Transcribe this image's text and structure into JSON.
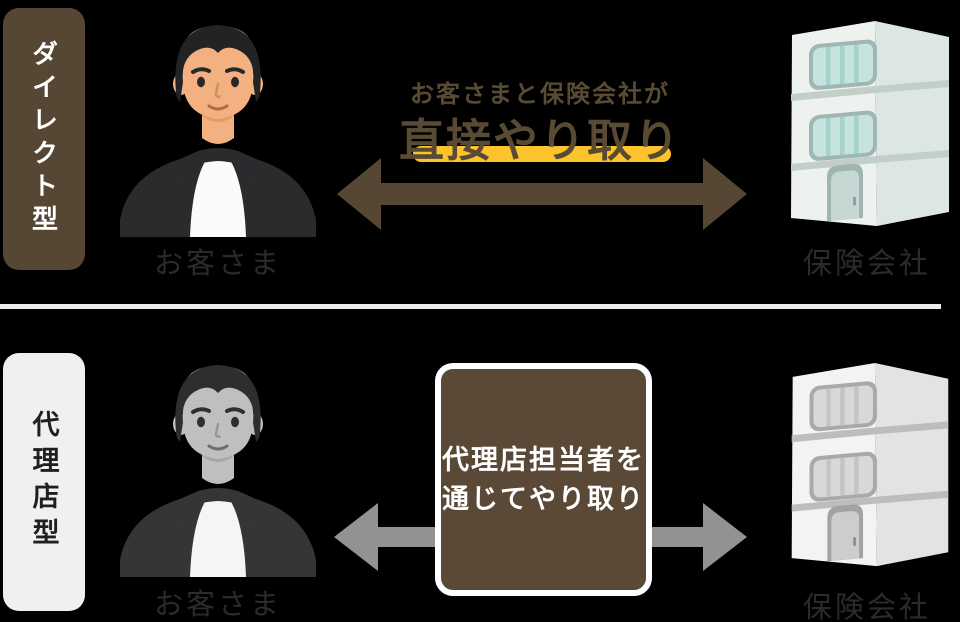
{
  "background": "#000000",
  "divider_color": "#ECECEC",
  "figure_label_color": "#2B2B2B",
  "direct": {
    "badge": {
      "label": "ダイレクト型",
      "bg": "#564634",
      "text_color": "#FFFFFF"
    },
    "customer_label": "お客さま",
    "subtitle": "お客さまと保険会社が",
    "title": "直接やり取り",
    "company_label": "保険会社",
    "arrow": {
      "direction": "both",
      "color": "#564634"
    },
    "highlight_color": "#FCC32C",
    "title_text_color": "#594A33"
  },
  "agency": {
    "badge": {
      "label": "代理店型",
      "bg": "#F0F0F0",
      "text_color": "#1F1F1F"
    },
    "customer_label": "お客さま",
    "box": {
      "line1": "代理店担当者を",
      "line2": "通じてやり取り",
      "bg": "#5A4936",
      "border_color": "#FFFFFF",
      "text_color": "#FFFFFF"
    },
    "company_label": "保険会社",
    "arrow_color": "#929292"
  }
}
